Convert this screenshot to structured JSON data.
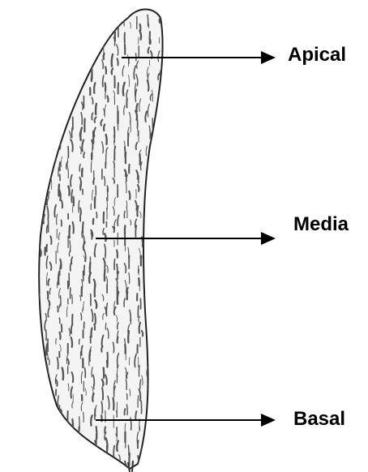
{
  "diagram": {
    "subject": "elongated seed illustration",
    "labels": {
      "apical": "Apical",
      "media": "Media",
      "basal": "Basal"
    },
    "colors": {
      "ink": "#000000",
      "background": "#ffffff",
      "shading": "#555555"
    }
  }
}
